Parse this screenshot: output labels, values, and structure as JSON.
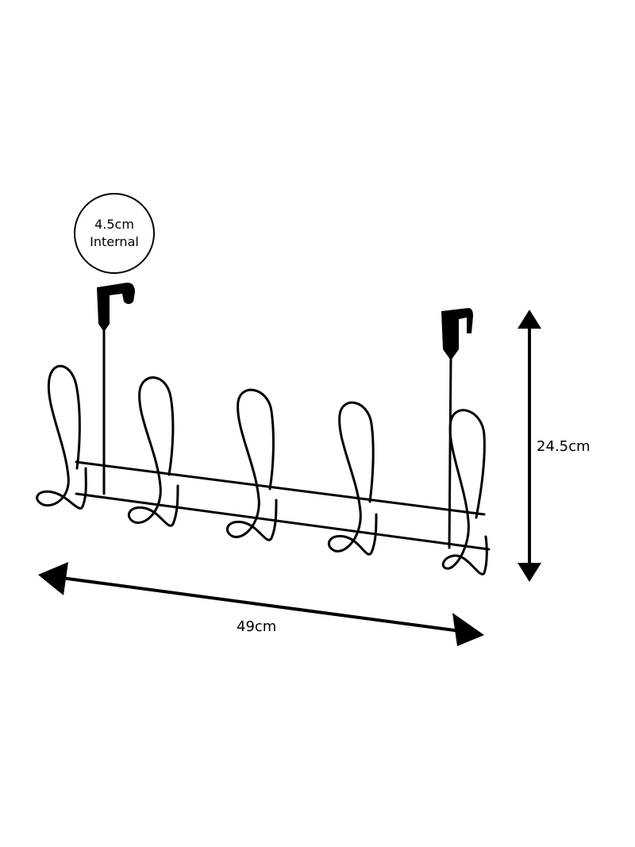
{
  "callout": {
    "line1": "4.5cm",
    "line2": "Internal"
  },
  "dimensions": {
    "height": "24.5cm",
    "width": "49cm"
  },
  "colors": {
    "line": "#000000",
    "background": "#ffffff"
  },
  "hooks": {
    "count": 5
  }
}
